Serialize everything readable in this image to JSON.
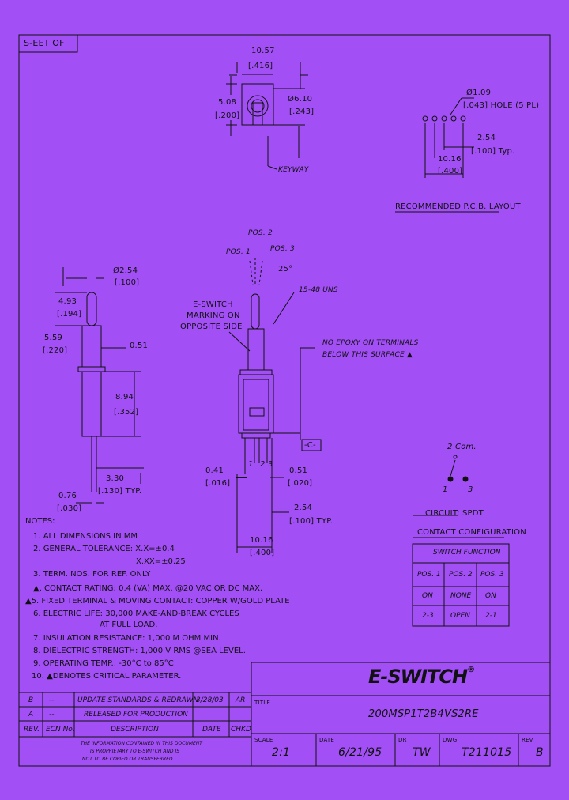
{
  "header": {
    "sheet_label": "S-EET OF"
  },
  "top_view": {
    "dim_width": "10.57",
    "dim_width_in": "[.416]",
    "dim_height": "5.08",
    "dim_height_in": "[.200]",
    "dim_dia": "Ø6.10",
    "dim_dia_in": "[.243]",
    "keyway": "KEYWAY"
  },
  "pcb": {
    "hole_dim": "Ø1.09",
    "hole_desc": "[.043] HOLE (5 PL)",
    "pitch": "2.54",
    "pitch_in": "[.100] Typ.",
    "span": "10.16",
    "span_in": "[.400]",
    "title": "RECOMMENDED P.C.B. LAYOUT"
  },
  "side_view": {
    "dia": "Ø2.54",
    "dia_in": "[.100]",
    "d1": "4.93",
    "d1_in": "[.194]",
    "d2": "5.59",
    "d2_in": "[.220]",
    "d3": "0.51",
    "d4": "8.94",
    "d4_in": "[.352]",
    "d5": "3.30",
    "d5_in": "[.130] TYP.",
    "d6": "0.76",
    "d6_in": "[.030]"
  },
  "front_view": {
    "pos2": "POS. 2",
    "pos1": "POS. 1",
    "pos3": "POS. 3",
    "angle": "25°",
    "thread": "15-48 UNS",
    "marking": [
      "E-SWITCH",
      "MARKING ON",
      "OPPOSITE SIDE"
    ],
    "epoxy": [
      "NO EPOXY ON TERMINALS",
      "BELOW THIS SURFACE ▲"
    ],
    "datum": "-C-",
    "term_nums": [
      "1",
      "2",
      "3"
    ],
    "d_left": "0.41",
    "d_left_in": "[.016]",
    "d_right": "0.51",
    "d_right_in": "[.020]",
    "pitch": "2.54",
    "pitch_in": "[.100] TYP.",
    "span": "10.16",
    "span_in": "[.400]"
  },
  "circuit": {
    "com": "2 Com.",
    "t1": "1",
    "t3": "3",
    "title1": "CIRCUIT: SPDT",
    "title2": "CONTACT CONFIGURATION",
    "table_title": "SWITCH FUNCTION",
    "rows": [
      [
        "POS. 1",
        "POS. 2",
        "POS. 3"
      ],
      [
        "ON",
        "NONE",
        "ON"
      ],
      [
        "2-3",
        "OPEN",
        "2-1"
      ]
    ]
  },
  "notes": {
    "heading": "NOTES:",
    "lines": [
      "1. ALL DIMENSIONS IN MM",
      "2. GENERAL TOLERANCE: X.X=±0.4",
      "X.XX=±0.25",
      "3. TERM. NOS. FOR REF. ONLY",
      "▲. CONTACT RATING: 0.4 (VA) MAX. @20 VAC OR DC MAX.",
      "▲5. FIXED TERMINAL & MOVING CONTACT: COPPER W/GOLD PLATE",
      "6. ELECTRIC LIFE: 30,000 MAKE-AND-BREAK CYCLES",
      "AT FULL LOAD.",
      "7. INSULATION RESISTANCE: 1,000 M OHM MIN.",
      "8. DIELECTRIC STRENGTH: 1,000 V RMS @SEA LEVEL.",
      "9. OPERATING TEMP.: -30°C to 85°C",
      "10. ▲DENOTES CRITICAL PARAMETER."
    ]
  },
  "revisions": {
    "rows": [
      {
        "rev": "B",
        "ecn": "--",
        "desc": "UPDATE STANDARDS & REDRAWN",
        "date": "3/28/03",
        "chkd": "AR"
      },
      {
        "rev": "A",
        "ecn": "--",
        "desc": "RELEASED FOR PRODUCTION",
        "date": "",
        "chkd": ""
      }
    ],
    "headers": {
      "rev": "REV.",
      "ecn": "ECN No.",
      "desc": "DESCRIPTION",
      "date": "DATE",
      "chkd": "CHKD"
    },
    "disclaimer": [
      "THE INFORMATION CONTAINED IN THIS DOCUMENT",
      "IS PROPRIETARY TO E-SWITCH AND IS",
      "NOT TO BE COPIED OR TRANSFERRED"
    ]
  },
  "title_block": {
    "logo": "E-SWITCH",
    "logo_mark": "®",
    "title_label": "TITLE",
    "title": "200MSP1T2B4VS2RE",
    "scale_label": "SCALE",
    "scale": "2:1",
    "date_label": "DATE",
    "date": "6/21/95",
    "dr_label": "DR",
    "dr": "TW",
    "dwg_label": "DWG",
    "dwg": "T211015",
    "rev_label": "REV",
    "rev": "B"
  }
}
